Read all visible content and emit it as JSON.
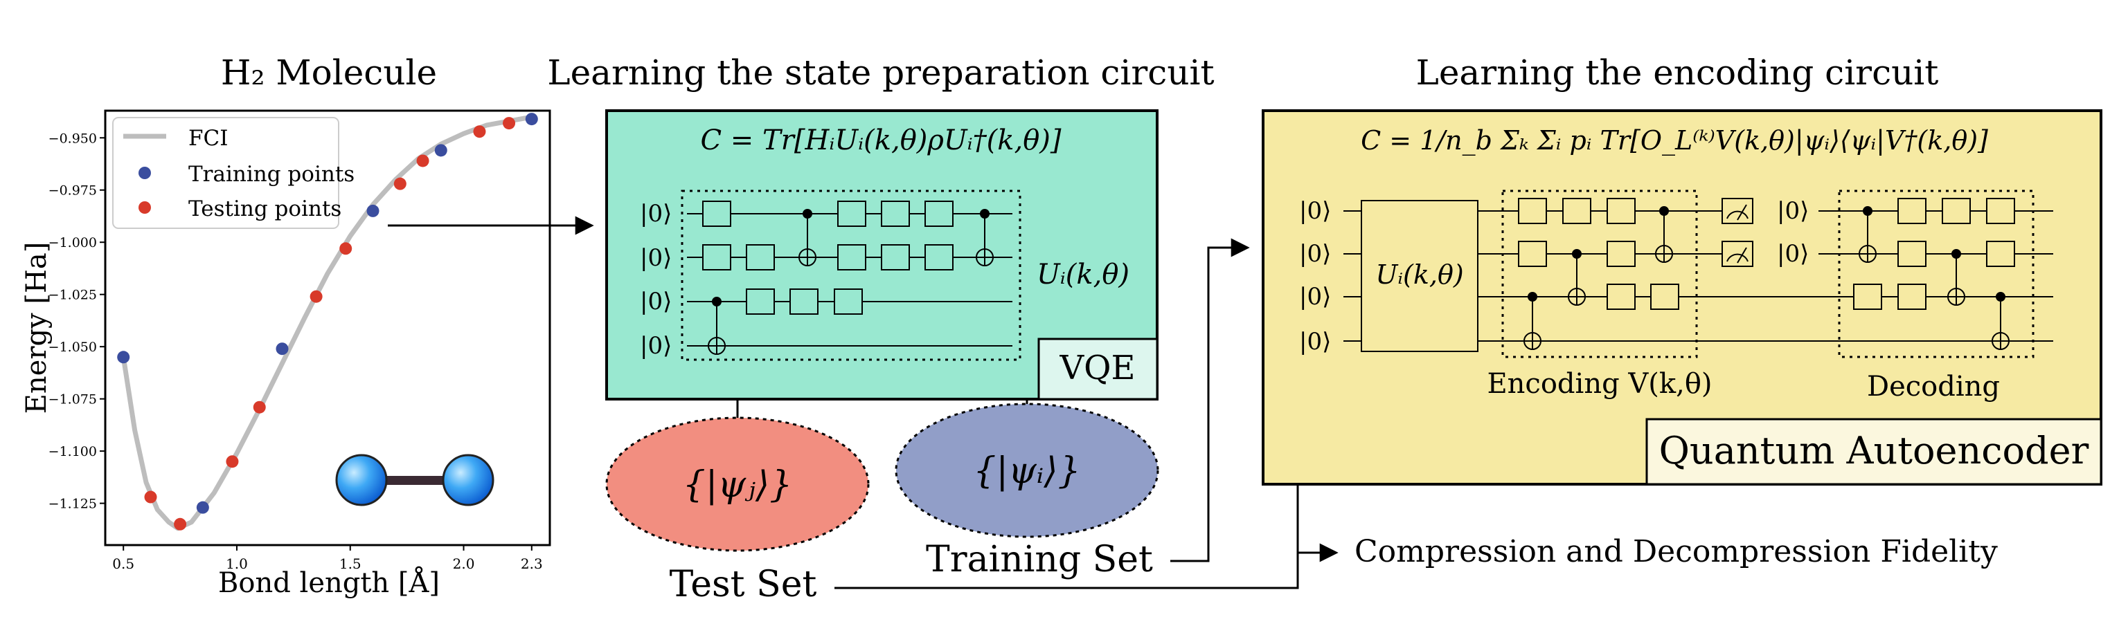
{
  "panel_titles": {
    "molecule": "H₂ Molecule",
    "state_prep": "Learning the state preparation circuit",
    "encoding": "Learning the encoding circuit"
  },
  "chart_data": {
    "type": "line",
    "xlabel": "Bond length [Å]",
    "ylabel": "Energy [Ha]",
    "xlim": [
      0.42,
      2.38
    ],
    "ylim": [
      -1.145,
      -0.937
    ],
    "xticks": [
      0.5,
      1.0,
      1.5,
      2.0,
      2.3
    ],
    "xtick_labels": [
      "0.5",
      "1.0",
      "1.5",
      "2.0",
      "2.3"
    ],
    "yticks": [
      -0.95,
      -0.975,
      -1.0,
      -1.025,
      -1.05,
      -1.075,
      -1.1,
      -1.125
    ],
    "ytick_labels": [
      "−0.950",
      "−0.975",
      "−1.000",
      "−1.025",
      "−1.050",
      "−1.075",
      "−1.100",
      "−1.125"
    ],
    "legend_position": "top-left",
    "series": [
      {
        "name": "FCI",
        "kind": "line",
        "color": "#bdbdbd",
        "x": [
          0.5,
          0.55,
          0.6,
          0.65,
          0.7,
          0.74,
          0.8,
          0.9,
          1.0,
          1.1,
          1.2,
          1.3,
          1.4,
          1.5,
          1.6,
          1.7,
          1.8,
          1.9,
          2.0,
          2.1,
          2.2,
          2.3
        ],
        "y": [
          -1.055,
          -1.09,
          -1.115,
          -1.128,
          -1.134,
          -1.137,
          -1.134,
          -1.12,
          -1.101,
          -1.08,
          -1.058,
          -1.036,
          -1.015,
          -0.997,
          -0.982,
          -0.97,
          -0.96,
          -0.953,
          -0.948,
          -0.944,
          -0.942,
          -0.94
        ]
      },
      {
        "name": "Training points",
        "kind": "scatter",
        "color": "#3a4d9e",
        "x": [
          0.5,
          0.85,
          1.2,
          1.6,
          1.9,
          2.3
        ],
        "y": [
          -1.055,
          -1.127,
          -1.051,
          -0.985,
          -0.956,
          -0.941
        ]
      },
      {
        "name": "Testing points",
        "kind": "scatter",
        "color": "#d83a2a",
        "x": [
          0.62,
          0.75,
          0.98,
          1.1,
          1.35,
          1.48,
          1.72,
          1.82,
          2.07,
          2.2
        ],
        "y": [
          -1.122,
          -1.135,
          -1.105,
          -1.079,
          -1.026,
          -1.003,
          -0.972,
          -0.961,
          -0.947,
          -0.943
        ]
      }
    ]
  },
  "vqe": {
    "formula": "C = Tr[HᵢUᵢ(k,θ)ρUᵢ†(k,θ)]",
    "unitary_label": "Uᵢ(k,θ)",
    "badge": "VQE",
    "kets": [
      "|0⟩",
      "|0⟩",
      "|0⟩",
      "|0⟩"
    ]
  },
  "test_set": {
    "ket": "{|ψⱼ⟩}",
    "label": "Test Set",
    "color": "#f28e80"
  },
  "training_set": {
    "ket": "{|ψᵢ⟩}",
    "label": "Training Set",
    "color": "#919ec8"
  },
  "qae": {
    "formula": "C = 1/n_b Σₖ Σᵢ pᵢ Tr[O_L⁽ᵏ⁾V(k,θ)|ψᵢ⟩⟨ψᵢ|V†(k,θ)]",
    "input_kets": [
      "|0⟩",
      "|0⟩",
      "|0⟩",
      "|0⟩"
    ],
    "reset_kets": [
      "|0⟩",
      "|0⟩"
    ],
    "state_prep_box": "Uᵢ(k,θ)",
    "encoding_label": "Encoding V(k,θ)",
    "decoding_label": "Decoding",
    "badge": "Quantum Autoencoder"
  },
  "output_label": "Compression and Decompression Fidelity",
  "colors": {
    "vqe_bg": "#99e8d0",
    "vqe_badge": "#ddf6ee",
    "qae_bg": "#f6eaa3",
    "qae_badge": "#fbf7de"
  }
}
